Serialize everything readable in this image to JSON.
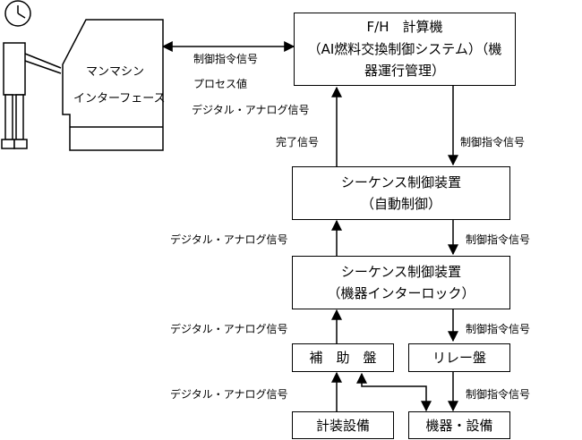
{
  "person": {
    "icon": "operator-icon"
  },
  "console": {
    "icon": "operator-console-icon",
    "line1": "マンマシン",
    "line2": "インターフェース"
  },
  "fh": {
    "title": "F/H　計算機",
    "line2": "（AI燃料交換制御システム）（機",
    "line3": "器運行管理）"
  },
  "seq1": {
    "line1": "シーケンス制御装置",
    "line2": "（自動制御）"
  },
  "seq2": {
    "line1": "シーケンス制御装置",
    "line2": "（機器インターロック）"
  },
  "aux": {
    "label": "補　助　盤"
  },
  "relay": {
    "label": "リレー盤"
  },
  "instr": {
    "label": "計装設備"
  },
  "equip": {
    "label": "機器・設備"
  },
  "labels": {
    "hmi_1": "制御指令信号",
    "hmi_2": "プロセス値",
    "hmi_3": "デジタル・アナログ信号",
    "done": "完了信号",
    "fh_to_seq1": "制御指令信号",
    "seq2_to_seq1": "デジタル・アナログ信号",
    "seq1_to_seq2": "制御指令信号",
    "aux_to_seq2": "デジタル・アナログ信号",
    "seq2_to_relay": "制御指令信号",
    "instr_to_aux": "デジタル・アナログ信号",
    "relay_to_equip": "制御指令信号"
  }
}
